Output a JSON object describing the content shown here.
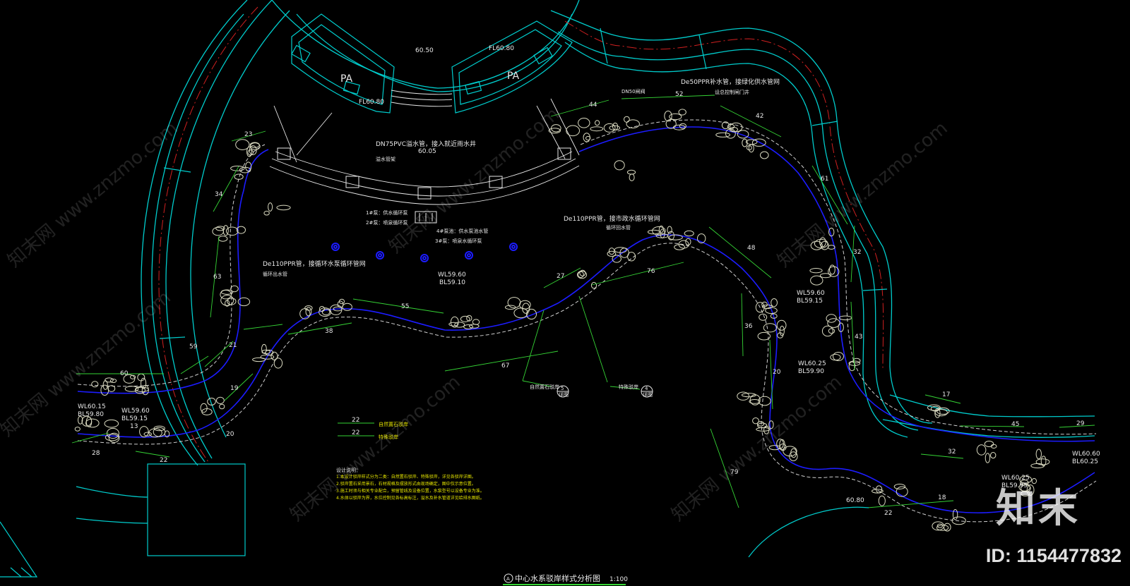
{
  "plan": {
    "title": "中心水系驳岸样式分析图",
    "scale": "1:100",
    "section_marker": "A",
    "levels": {
      "top": "60.50",
      "fl_top": "FL60.80",
      "fl_left": "FL60.80",
      "center": "60.05",
      "wl_mid": "WL59.60",
      "bl_mid": "BL59.10",
      "wl_right": "WL59.60",
      "bl_right": "BL59.15",
      "wl_c": "WL60.25",
      "bl_c": "BL59.90",
      "wl_left1": "WL60.15",
      "bl_left1": "BL59.80",
      "wl_left2": "WL59.60",
      "bl_left2": "BL59.15",
      "wl_br": "WL60.60",
      "bl_br": "BL60.25",
      "wl_b2": "WL60.25",
      "bl_b2": "BL59.95",
      "lvl_bottom": "60.80"
    },
    "pa_left": "PA",
    "pa_right": "PA",
    "annotations": {
      "dn75": "DN75PVC溢水管，接入就近雨水井",
      "dn75_sub": "溢水管架",
      "de50": "De50PPR补水管，接绿化供水管网",
      "de50_sub": "设总控制闸门井",
      "dn50": "DN50闸阀",
      "de110_right": "De110PPR管，接市政水循环管网",
      "de110_right_sub": "循环回水管",
      "de110_left": "De110PPR管，接循环水泵循环管网",
      "de110_left_sub": "循环出水管",
      "note1": "1#泵：供水循环泵",
      "note2": "2#泵：喷泉循环泵",
      "note3": "3#泵：喷泉水循环泵",
      "note4": "4#泵池：供水泵池水管"
    },
    "dimensions": [
      "23",
      "34",
      "63",
      "59",
      "60",
      "21",
      "19",
      "13",
      "28",
      "20",
      "22",
      "38",
      "55",
      "67",
      "27",
      "76",
      "48",
      "44",
      "52",
      "42",
      "61",
      "32",
      "43",
      "36",
      "20",
      "79",
      "18",
      "17",
      "45",
      "29",
      "32",
      "22"
    ],
    "callouts": [
      {
        "num": "5",
        "sheet": "详图",
        "label": "自然置石驳岸"
      },
      {
        "num": "4",
        "sheet": "详图",
        "label": "特殊驳岸"
      }
    ],
    "legend": [
      {
        "dim": "22",
        "label": "自然置石驳岸"
      },
      {
        "dim": "22",
        "label": "特殊驳岸"
      }
    ],
    "design_notes": {
      "title": "设计说明：",
      "lines": [
        "1.本设计驳岸样式分为二类：自然置石驳岸、特殊驳岸，详见各驳岸详图。",
        "2.驳岸置石采用景石，石材规格及摆放形式由现场确定，图中仅示意位置。",
        "3.施工时须与相关专业配合，预留管线及设备位置，水泵型号以设备专业为准。",
        "4.水体以驳岸为界，水位控制见各标高标注，溢水及补水管道详见给排水图纸。"
      ]
    }
  },
  "watermarks": [
    "知末网 www.znzmo.com"
  ],
  "brand": {
    "logo": "知末",
    "id": "ID: 1154477832"
  },
  "colors": {
    "cyan": "#00e6e6",
    "white": "#e8e8e8",
    "yellow": "#e6e600",
    "blue": "#1c1cff",
    "red": "#d02020",
    "green": "#35d435"
  }
}
